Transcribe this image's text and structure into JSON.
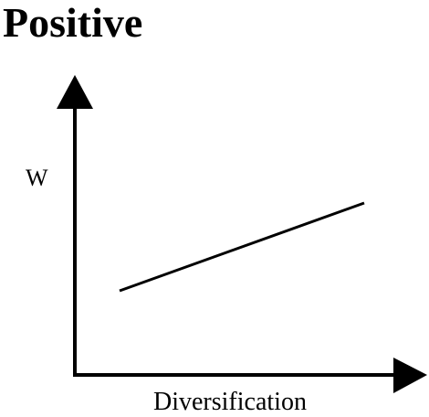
{
  "title": "Positive",
  "axes": {
    "y_label": "W",
    "x_label": "Diversification"
  },
  "relationship": "positive",
  "colors": {
    "ink": "#000000",
    "background": "#ffffff"
  }
}
